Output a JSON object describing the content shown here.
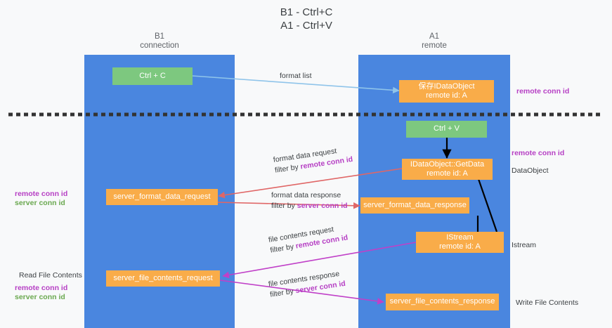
{
  "title": "B1 - Ctrl+C\nA1 - Ctrl+V",
  "lanes": [
    {
      "key": "b1",
      "title": "B1\nconnection"
    },
    {
      "key": "a1",
      "title": "A1\nremote"
    }
  ],
  "nodes": {
    "ctrl_c": "Ctrl + C",
    "save_idataobject": "保存IDataObject\nremote id: A",
    "ctrl_v": "Ctrl + V",
    "idataobject_getdata": "IDataObject::GetData\nremote id: A",
    "server_format_data_request": "server_format_data_request",
    "server_format_data_response": "server_format_data_response",
    "istream": "IStream\nremote id: A",
    "server_file_contents_request": "server_file_contents_request",
    "server_file_contents_response": "server_file_contents_response"
  },
  "edges": {
    "format_list": "format list",
    "format_data_request": "format data request",
    "format_data_request_filter_prefix": "filter by ",
    "format_data_request_filter_key": "remote conn id",
    "format_data_response": "format data response",
    "format_data_response_filter_prefix": "filter by ",
    "format_data_response_filter_key": "server conn id",
    "file_contents_request": "file contents request",
    "file_contents_request_filter_prefix": "filter by ",
    "file_contents_request_filter_key": "remote conn id",
    "file_contents_response": "file contents response",
    "file_contents_response_filter_prefix": "filter by ",
    "file_contents_response_filter_key": "server conn id"
  },
  "annotations": {
    "right_top_remote": "remote conn id",
    "right_mid_remote": "remote conn id",
    "right_mid_dataobject": "DataObject",
    "right_istream": "Istream",
    "right_write_file": "Write File Contents",
    "left_mid_remote": "remote conn id",
    "left_mid_server": "server conn id",
    "left_read_file": "Read File Contents",
    "left_bottom_remote": "remote conn id",
    "left_bottom_server": "server conn id"
  },
  "colors": {
    "lane": "#4a86df",
    "green_node": "#7dc87f",
    "orange_node": "#f9ac49",
    "format_list_arrow": "#8fc4ea",
    "format_data_arrow": "#e06666",
    "file_contents_arrow": "#c040c8",
    "black_arrow": "#000000",
    "remote_conn_id": "#b63fc4",
    "server_conn_id": "#6aa84f",
    "divider": "#333333",
    "background": "#f8f9fa"
  }
}
